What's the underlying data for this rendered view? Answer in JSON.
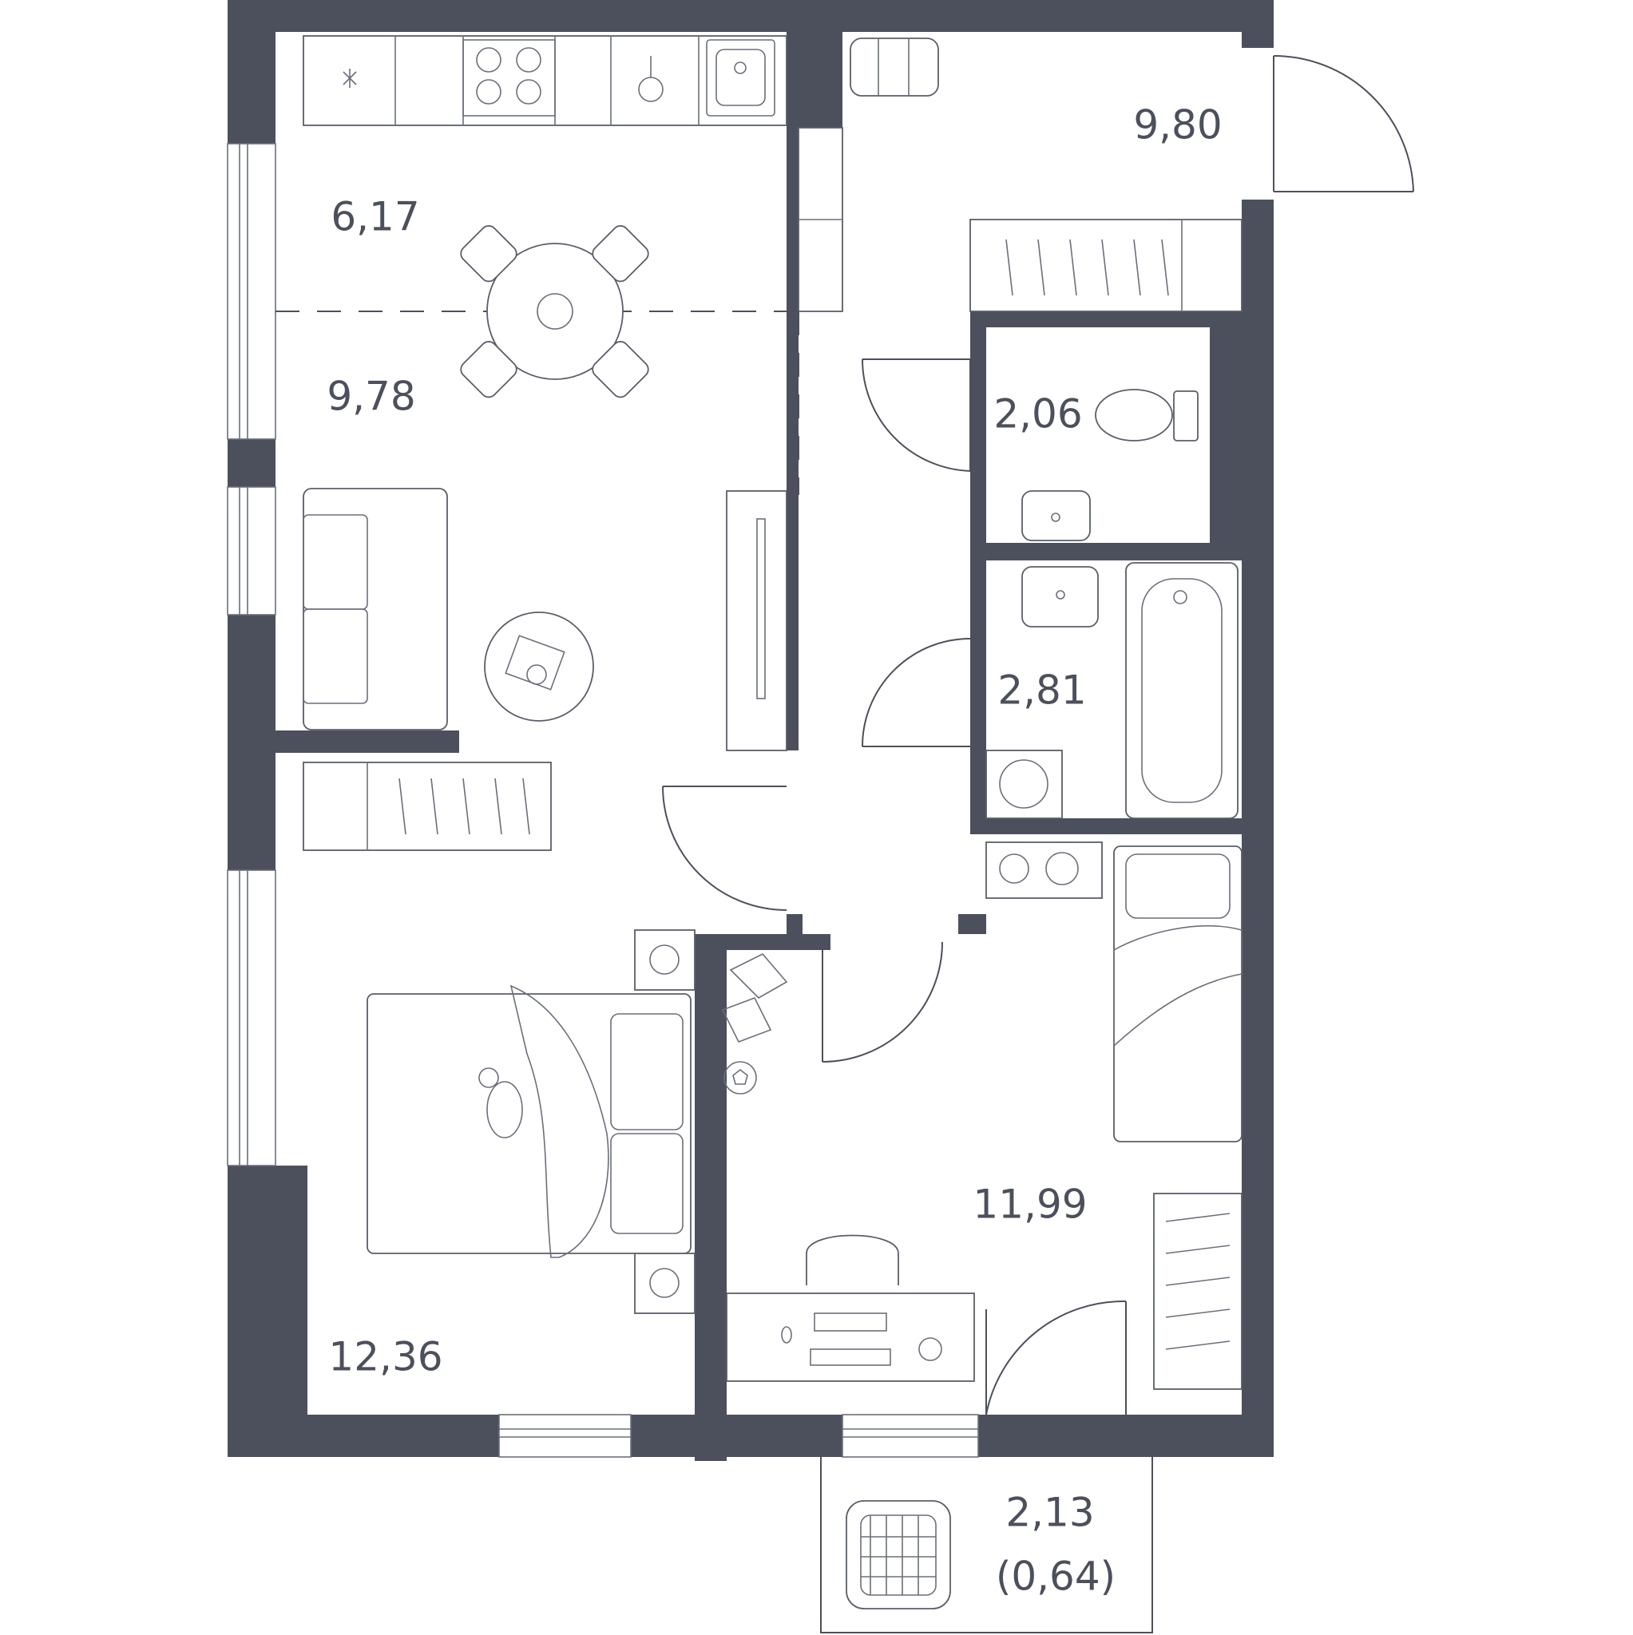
{
  "rooms": {
    "kitchen": {
      "area": "6,17"
    },
    "living": {
      "area": "9,78"
    },
    "hall": {
      "area": "9,80"
    },
    "toilet": {
      "area": "2,06"
    },
    "bathroom": {
      "area": "2,81"
    },
    "bedroom_main": {
      "area": "12,36"
    },
    "bedroom_kids": {
      "area": "11,99"
    },
    "balcony": {
      "area": "2,13",
      "reduced_area": "(0,64)"
    }
  },
  "colors": {
    "wall": "#4c505c",
    "line": "#5a5e69",
    "background": "#ffffff"
  }
}
